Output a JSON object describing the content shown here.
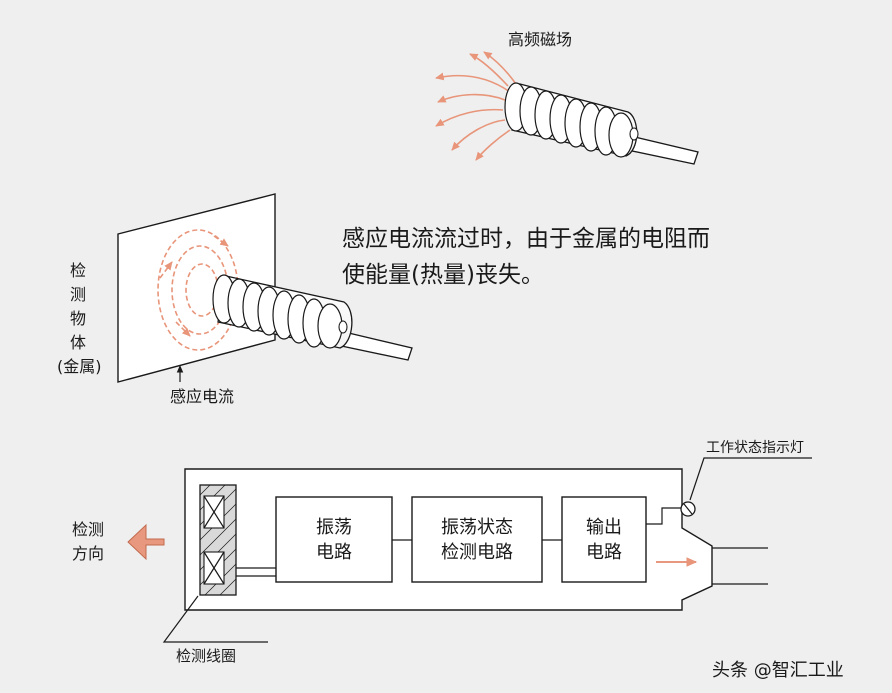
{
  "labels": {
    "hf_field": "高频磁场",
    "explain_line1": "感应电流流过时，由于金属的电阻而",
    "explain_line2": "使能量(热量)丧失。",
    "target_1": "检",
    "target_2": "测",
    "target_3": "物",
    "target_4": "体",
    "target_5": "(金属)",
    "eddy_current": "感应电流",
    "detect_dir_1": "检测",
    "detect_dir_2": "方向",
    "indicator_lamp": "工作状态指示灯",
    "osc_1": "振荡",
    "osc_2": "电路",
    "osc_state_1": "振荡状态",
    "osc_state_2": "检测电路",
    "out_1": "输出",
    "out_2": "电路",
    "coil": "检测线圈",
    "watermark": "头条 @智汇工业"
  },
  "colors": {
    "background": "#efefef",
    "accent": "#e8957a",
    "arrow": "#e8987e",
    "line": "#1a1a1a"
  }
}
